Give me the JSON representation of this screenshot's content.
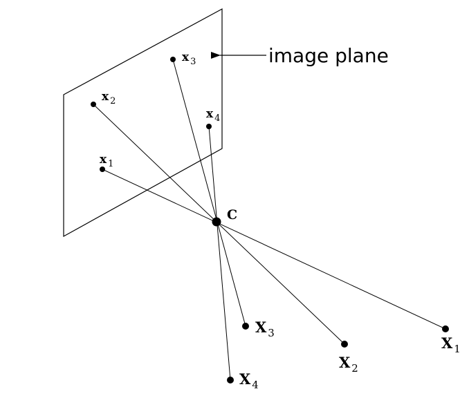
{
  "image_plane_label": "image plane",
  "camera_center_label": "C",
  "image_points": [
    {
      "letter": "x",
      "sub": "1"
    },
    {
      "letter": "x",
      "sub": "2"
    },
    {
      "letter": "x",
      "sub": "3"
    },
    {
      "letter": "x",
      "sub": "4"
    }
  ],
  "world_points": [
    {
      "letter": "X",
      "sub": "1"
    },
    {
      "letter": "X",
      "sub": "2"
    },
    {
      "letter": "X",
      "sub": "3"
    },
    {
      "letter": "X",
      "sub": "4"
    }
  ],
  "colors": {
    "ink": "#000000",
    "background": "#ffffff"
  }
}
